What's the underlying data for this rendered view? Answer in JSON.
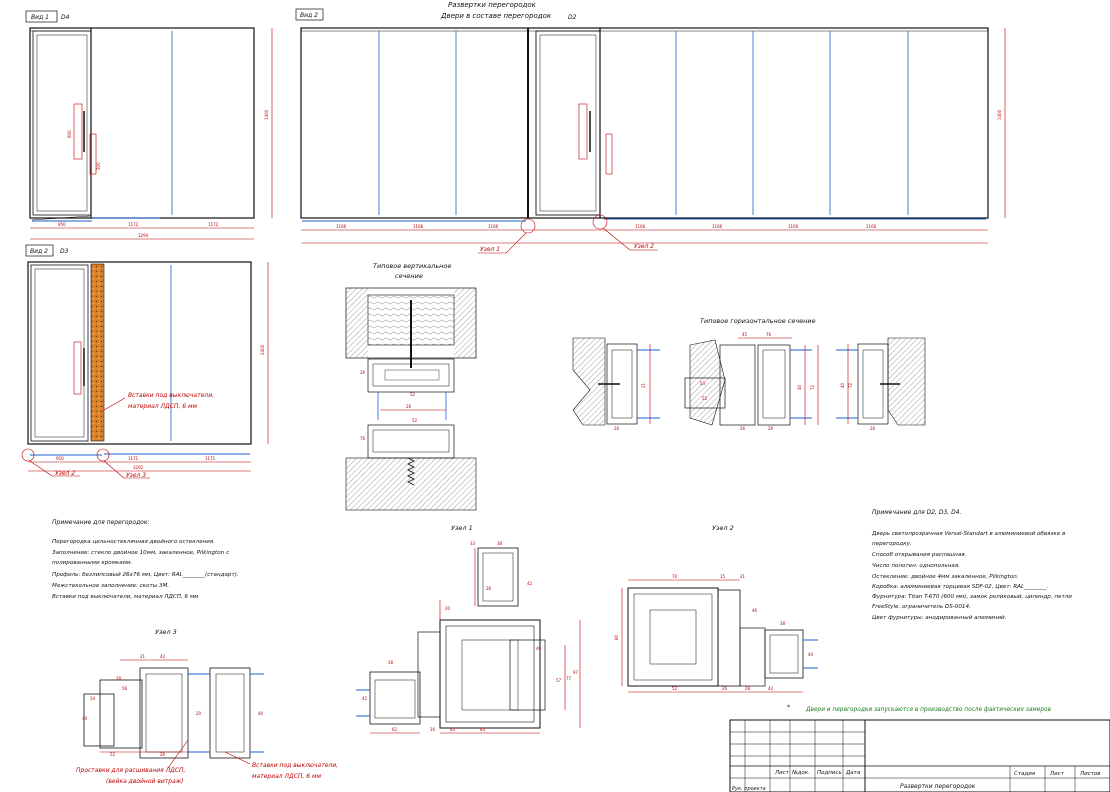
{
  "views": {
    "v1": {
      "label": "Вид 1",
      "code": "D4"
    },
    "v2": {
      "label": "Вид 2",
      "code": "D2"
    },
    "v3": {
      "label": "Вид 2",
      "code": "D3"
    }
  },
  "title": {
    "line1": "Развертки перегородок",
    "line2": "Двери в составе перегородок"
  },
  "section_titles": {
    "vertical": [
      "Типовое вертикальное",
      "сечение"
    ],
    "horizontal": "Типовое горизонтальное сечение"
  },
  "nodes": {
    "n1": "Узел 1",
    "n2": "Узел 2",
    "n3": "Узел 3"
  },
  "callouts": {
    "insert_switch": [
      "Вставки под выключатели,",
      "материал ЛДСП, 6 мм"
    ],
    "insert_switch_b": [
      "Вставки под выключатели,",
      "материал ЛДСП, 6 мм"
    ],
    "spacers": [
      "Проставки для расшивания ЛДСП,",
      "(вейка двойной витраж)"
    ],
    "uzel1": "Узел 1",
    "uzel2": "Узел 2",
    "uzel2b": "Узел 2",
    "uzel3": "Узел 3"
  },
  "notes_left": {
    "title": "Примечание для перегородок:",
    "lines": [
      "Перегородка цельностеклянная двойного остекления.",
      "Заполнение: стекло двойное 10мм, закаленное, Pilkington с",
      "полированными кромками.",
      "Профиль: безлипсовый 26х76 мм, Цвет: RAL________(стандарт).",
      "Межстекольное заполнение: скоты 3М.",
      "Вставки под выключатели, материал ЛДСП, 6 мм"
    ]
  },
  "notes_right": {
    "title": "Примечание для D2, D3, D4.",
    "lines": [
      "Дверь светопрозрачная Versal-Standart в алюминиевой обвязке в",
      "перегородку.",
      "Способ открывания распашная.",
      "Число полотен: однопольная.",
      "Остекление: двойное 4мм закаленное, Pilkington.",
      "Коробка: алюминиевая торцевая SDF-02, Цвет: RAL________.",
      "Фурнитура: Titan T-670 (600 мм), замок роликовый, цилиндр, петли",
      "FreeStyle, ограничитель DS-0014.",
      "Цвет фурнитуры: анодированный алюминий."
    ]
  },
  "production_note": "Двери и перегородки запускаются в производство после фактических замеров",
  "stamp": {
    "headers": [
      "Лист",
      "№док.",
      "Подпись",
      "Дата"
    ],
    "right_headers": [
      "Стадия",
      "Лист",
      "Листов"
    ],
    "sheet_title": "Развертки перегородок",
    "row_label": "Рук. проекта"
  },
  "dims": {
    "v1_h": "1400",
    "v1_w1": "950",
    "v1_w2": "1172",
    "v1_w3": "1172",
    "v1_total": "3294",
    "v1_handle": "600",
    "v1_side": "300",
    "v2_h": "1400",
    "v2_w": [
      "1166",
      "1166",
      "1166",
      "1166",
      "1166",
      "1166",
      "1166"
    ],
    "v3_h": "2400",
    "v3_w1": "950",
    "v3_w2": "1171",
    "v3_w3": "1171",
    "v3_total": "3292",
    "sec_v": [
      "26",
      "52",
      "26",
      "76",
      "52"
    ],
    "sec_h": [
      "21",
      "26",
      "45",
      "76",
      "40",
      "72",
      "52",
      "26",
      "26",
      "40",
      "72",
      "53",
      "26"
    ],
    "n1": [
      "38",
      "33",
      "42",
      "77",
      "20",
      "36",
      "57",
      "97",
      "40",
      "38",
      "83",
      "83",
      "62",
      "42",
      "26"
    ],
    "n2": [
      "70",
      "15",
      "21",
      "80",
      "46",
      "38",
      "52",
      "26",
      "42",
      "40",
      "28"
    ],
    "n3": [
      "21",
      "42",
      "56",
      "28",
      "34",
      "40",
      "52",
      "26",
      "40",
      "20"
    ]
  }
}
